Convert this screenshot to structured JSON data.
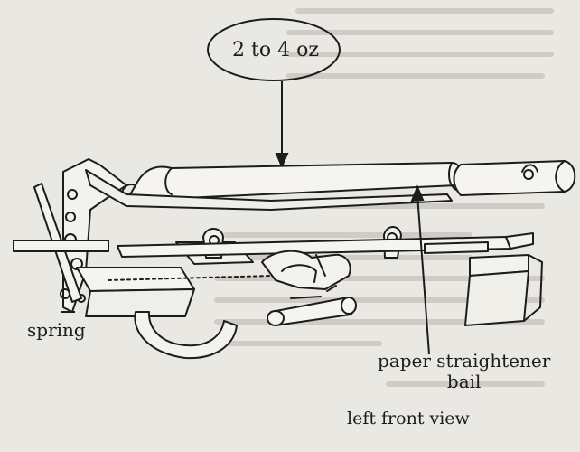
{
  "labels": {
    "weight": "2 to 4 oz",
    "spring": "spring",
    "bail_line1": "paper straightener",
    "bail_line2": "bail",
    "view": "left front view"
  },
  "colors": {
    "background": "#eae8e3",
    "ink": "#1c1c1c",
    "faint_text": "#c9c6bf"
  }
}
